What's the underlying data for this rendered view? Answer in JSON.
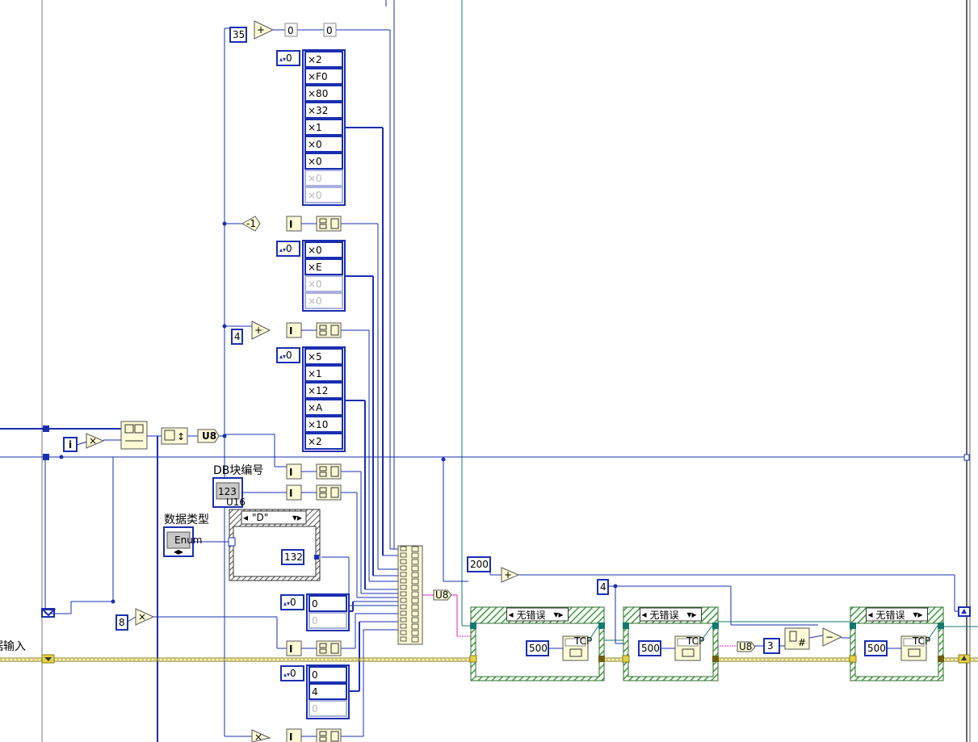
{
  "constants": {
    "c35": "35",
    "c4": "4",
    "c8": "8",
    "c200": "200",
    "c4b": "4",
    "c500a": "500",
    "c500b": "500",
    "c500c": "500",
    "c3": "3",
    "c132": "132",
    "zero_a": "0",
    "zero_b": "0"
  },
  "arrays": {
    "array1": {
      "index": "0",
      "items": [
        "2",
        "F0",
        "80",
        "32",
        "1",
        "0",
        "0",
        "0",
        "0"
      ],
      "active_count": 7
    },
    "array2": {
      "index": "0",
      "items": [
        "0",
        "E",
        "0",
        "0"
      ],
      "active_count": 2
    },
    "array3": {
      "index": "0",
      "items": [
        "5",
        "1",
        "12",
        "A",
        "10",
        "2"
      ],
      "active_count": 6
    },
    "array4": {
      "index": "0",
      "items": [
        "0",
        "0"
      ],
      "active_count": 1
    },
    "array5": {
      "index": "0",
      "items": [
        "0",
        "4",
        "0"
      ],
      "active_count": 2
    }
  },
  "labels": {
    "db_block": "DB块编号",
    "data_type": "数据类型",
    "input_partial": "据输入",
    "case_d": "\"D\"",
    "no_error": "无错误",
    "u8": "U8",
    "i_term": "i",
    "enum": "Enum",
    "u16": "U16",
    "num123": "123",
    "tcp": "TCP"
  },
  "colors": {
    "wire_int": "#1a2fb0",
    "wire_error": "#b5a11a",
    "wire_refnum": "#137a70",
    "wire_string": "#e020c0",
    "case_frame_border": "#3c9b3c",
    "node_fill": "#fefbd6"
  }
}
